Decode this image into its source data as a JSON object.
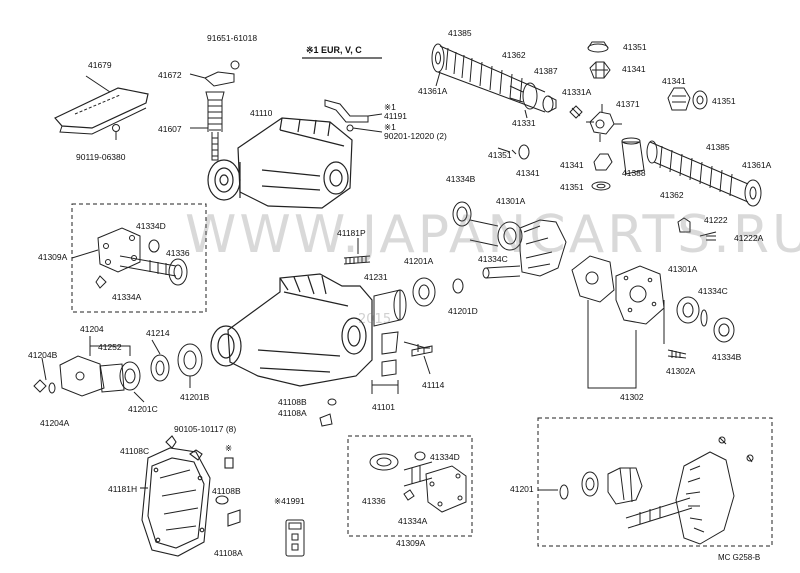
{
  "header_note": "※1 EUR, V, C",
  "footer_code": "MC  G258-B",
  "watermark": "WWW.JAPANCARTS.RU",
  "watermark_year": "2015",
  "callouts": [
    {
      "id": "p41679",
      "text": "41679"
    },
    {
      "id": "p90119",
      "text": "90119-06380"
    },
    {
      "id": "p91651",
      "text": "91651-61018"
    },
    {
      "id": "p41672",
      "text": "41672"
    },
    {
      "id": "p41607",
      "text": "41607"
    },
    {
      "id": "p41110",
      "text": "41110"
    },
    {
      "id": "p41191mark",
      "text": "※1"
    },
    {
      "id": "p41191",
      "text": "41191"
    },
    {
      "id": "p90201mark",
      "text": "※1"
    },
    {
      "id": "p90201",
      "text": "90201-12020 (2)"
    },
    {
      "id": "p41385a",
      "text": "41385"
    },
    {
      "id": "p41362a",
      "text": "41362"
    },
    {
      "id": "p41387",
      "text": "41387"
    },
    {
      "id": "p41361a_l",
      "text": "41361A"
    },
    {
      "id": "p41331",
      "text": "41331"
    },
    {
      "id": "p41331a",
      "text": "41331A"
    },
    {
      "id": "p41371",
      "text": "41371"
    },
    {
      "id": "p41351a",
      "text": "41351"
    },
    {
      "id": "p41341a",
      "text": "41341"
    },
    {
      "id": "p41341b",
      "text": "41341"
    },
    {
      "id": "p41351b",
      "text": "41351"
    },
    {
      "id": "p41351c",
      "text": "41351"
    },
    {
      "id": "p41341c",
      "text": "41341"
    },
    {
      "id": "p41341d",
      "text": "41341"
    },
    {
      "id": "p41388",
      "text": "41388"
    },
    {
      "id": "p41385b",
      "text": "41385"
    },
    {
      "id": "p41361a_r",
      "text": "41361A"
    },
    {
      "id": "p41351d",
      "text": "41351"
    },
    {
      "id": "p41362b",
      "text": "41362"
    },
    {
      "id": "p41334b_t",
      "text": "41334B"
    },
    {
      "id": "p41301a_t",
      "text": "41301A"
    },
    {
      "id": "p41222",
      "text": "41222"
    },
    {
      "id": "p41222a",
      "text": "41222A"
    },
    {
      "id": "p41334d_t",
      "text": "41334D"
    },
    {
      "id": "p41336_t",
      "text": "41336"
    },
    {
      "id": "p41309a_l",
      "text": "41309A"
    },
    {
      "id": "p41334a_t",
      "text": "41334A"
    },
    {
      "id": "p41181p",
      "text": "41181P"
    },
    {
      "id": "p41334c_t",
      "text": "41334C"
    },
    {
      "id": "p41231",
      "text": "41231"
    },
    {
      "id": "p41201a",
      "text": "41201A"
    },
    {
      "id": "p41201d",
      "text": "41201D"
    },
    {
      "id": "p41301a_b",
      "text": "41301A"
    },
    {
      "id": "p41334c_b",
      "text": "41334C"
    },
    {
      "id": "p41334b_b",
      "text": "41334B"
    },
    {
      "id": "p41302a",
      "text": "41302A"
    },
    {
      "id": "p41302",
      "text": "41302"
    },
    {
      "id": "p41204",
      "text": "41204"
    },
    {
      "id": "p41214",
      "text": "41214"
    },
    {
      "id": "p41252",
      "text": "41252"
    },
    {
      "id": "p41204b",
      "text": "41204B"
    },
    {
      "id": "p41204a",
      "text": "41204A"
    },
    {
      "id": "p41201c",
      "text": "41201C"
    },
    {
      "id": "p41201b",
      "text": "41201B"
    },
    {
      "id": "p41114",
      "text": "41114"
    },
    {
      "id": "p41101",
      "text": "41101"
    },
    {
      "id": "p41108b_t",
      "text": "41108B"
    },
    {
      "id": "p41108a_t",
      "text": "41108A"
    },
    {
      "id": "p90105",
      "text": "90105-10117 (8)"
    },
    {
      "id": "p41108c",
      "text": "41108C"
    },
    {
      "id": "p_star",
      "text": "※"
    },
    {
      "id": "p41181h",
      "text": "41181H"
    },
    {
      "id": "p41108b_b",
      "text": "41108B"
    },
    {
      "id": "p41108a_b",
      "text": "41108A"
    },
    {
      "id": "p41991",
      "text": "※41991"
    },
    {
      "id": "p41334d_b",
      "text": "41334D"
    },
    {
      "id": "p41336_b",
      "text": "41336"
    },
    {
      "id": "p41334a_b",
      "text": "41334A"
    },
    {
      "id": "p41309a_b",
      "text": "41309A"
    },
    {
      "id": "p41201",
      "text": "41201"
    }
  ]
}
